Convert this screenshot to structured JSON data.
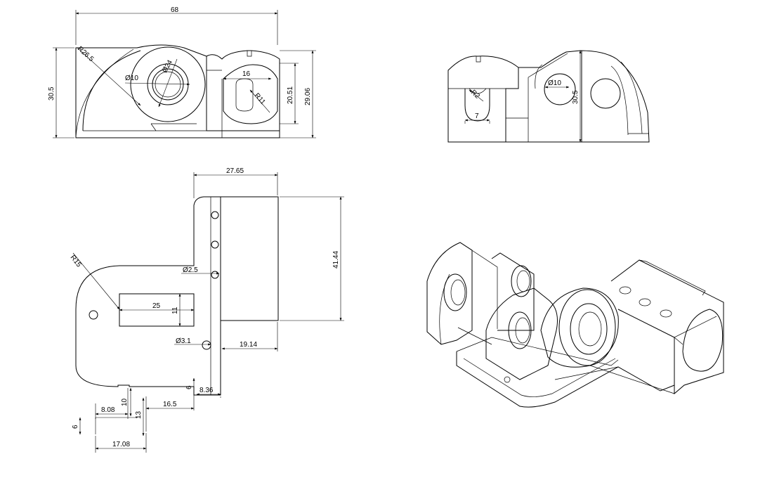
{
  "dimensions": {
    "front": {
      "overall_width": "68",
      "height_left": "30.5",
      "outer_radius": "R26.5",
      "hole_small": "Ø10",
      "hole_large": "Ø24",
      "slot_width": "16",
      "slot_radius": "R11",
      "slot_height": "20.51",
      "height_right": "29.06"
    },
    "side": {
      "slot_radius": "R2",
      "slot_width": "7",
      "hole": "Ø10",
      "height": "30.5"
    },
    "top": {
      "upper_width": "27.65",
      "corner_radius": "R15",
      "small_hole": "Ø2.5",
      "pocket_width": "25",
      "pocket_height": "11",
      "block_height": "41.44",
      "hole_medium": "Ø3.1",
      "block_offset": "19.14",
      "step_small": "6",
      "step_width": "8.36",
      "notch_width": "8.08",
      "notch_depth": "10",
      "gap_width": "16.5",
      "tab_height": "6",
      "tab_drop": "13",
      "tab_total": "17.08"
    }
  }
}
